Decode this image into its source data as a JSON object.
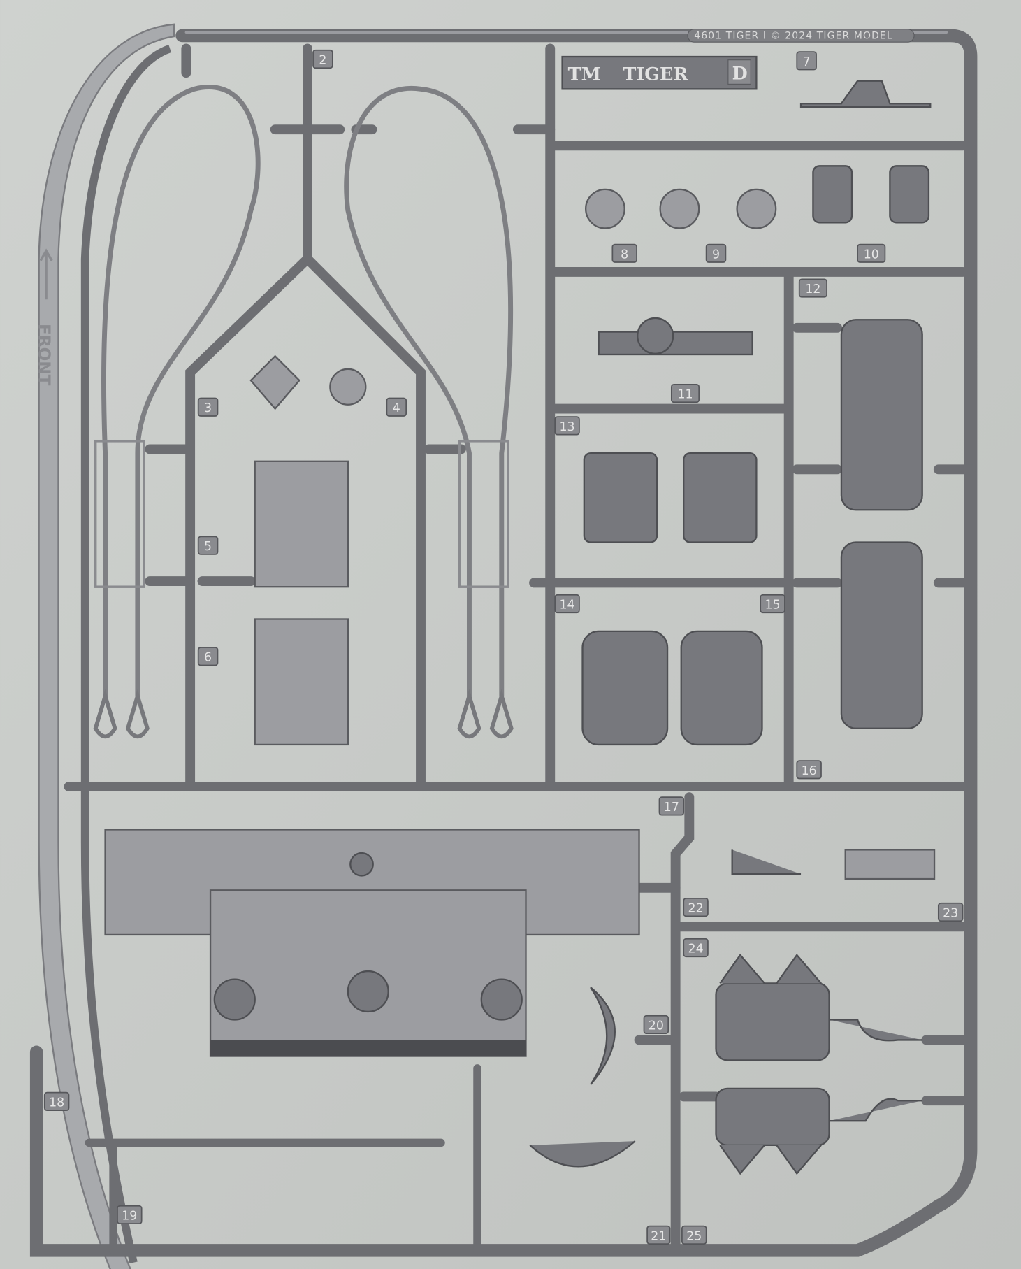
{
  "sprue": {
    "copyright": "4601 TIGER I © 2024 TIGER MODEL",
    "brand_logo": "TM",
    "brand_name": "TIGER",
    "sprue_letter": "D",
    "front_label": "FRONT",
    "labels": [
      "2",
      "3",
      "4",
      "5",
      "6",
      "7",
      "8",
      "9",
      "10",
      "11",
      "12",
      "13",
      "14",
      "15",
      "16",
      "17",
      "18",
      "19",
      "20",
      "21",
      "22",
      "23",
      "24",
      "25"
    ]
  },
  "colors": {
    "background": "#c8cbc8",
    "plastic": "#6d6e72"
  }
}
